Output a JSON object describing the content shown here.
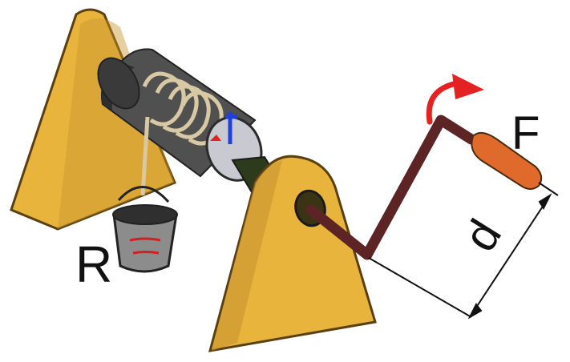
{
  "labels": {
    "load": "R",
    "force": "F",
    "distance": "d"
  },
  "colors": {
    "wood": "#e9b43c",
    "wood_shadow": "#b8862a",
    "wood_edge": "#5a3f10",
    "drum": "#505050",
    "drum_dark": "#2f2f2f",
    "rope": "#d8c8a4",
    "crank": "#5c2424",
    "handle": "#e06a2c",
    "rotation_arrow": "#e42222",
    "axis_blue": "#1f3fe0",
    "bucket": "#8c8c8c"
  }
}
